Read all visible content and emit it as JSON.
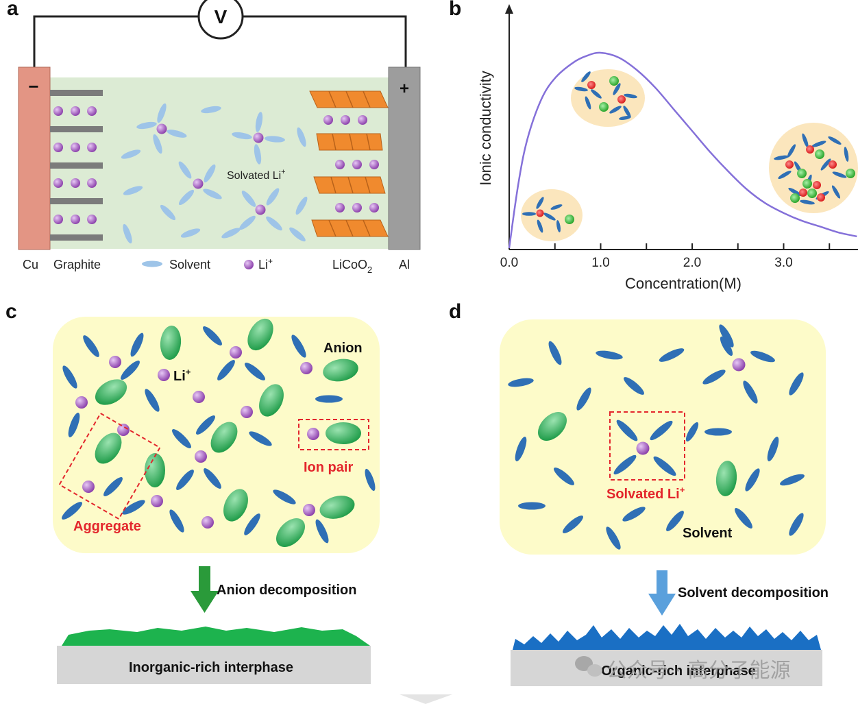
{
  "panels": {
    "a": "a",
    "b": "b",
    "c": "c",
    "d": "d"
  },
  "panel_a": {
    "voltmeter": "V",
    "minus": "−",
    "plus": "+",
    "solvated_label": "Solvated Li",
    "solvated_sup": "+",
    "legend": {
      "cu": "Cu",
      "graphite": "Graphite",
      "solvent": "Solvent",
      "li": "Li",
      "li_sup": "+",
      "licoo": "LiCoO",
      "licoo_sub": "2",
      "al": "Al"
    },
    "colors": {
      "cu": "#e39584",
      "al": "#9d9d9d",
      "electrolyte": "#dcebd4",
      "graphite": "#7b7b7b",
      "licoo2": "#f08a2e",
      "li": "#9b59c6",
      "solvent": "#9ec4e8"
    }
  },
  "chart_data": {
    "type": "line",
    "xlabel": "Concentration(M)",
    "ylabel": "Ionic conductivity",
    "xticks": [
      "0.0",
      "1.0",
      "2.0",
      "3.0"
    ],
    "x_tick_values": [
      0.0,
      1.0,
      2.0,
      3.0
    ],
    "minor_tick_values": [
      0.5,
      1.5,
      2.5,
      3.5
    ],
    "xlim": [
      0.0,
      3.8
    ],
    "ylim": [
      0,
      1
    ],
    "x": [
      0.0,
      0.1,
      0.2,
      0.35,
      0.5,
      0.7,
      0.85,
      1.0,
      1.2,
      1.4,
      1.6,
      1.8,
      2.0,
      2.2,
      2.4,
      2.6,
      2.8,
      3.0,
      3.2,
      3.4,
      3.6,
      3.8
    ],
    "y": [
      0.0,
      0.33,
      0.56,
      0.76,
      0.87,
      0.95,
      0.985,
      1.0,
      0.975,
      0.91,
      0.82,
      0.71,
      0.6,
      0.49,
      0.39,
      0.3,
      0.23,
      0.18,
      0.14,
      0.11,
      0.08,
      0.06
    ],
    "line_color": "#8470d9",
    "grid": false
  },
  "panel_c": {
    "anion": "Anion",
    "li": "Li",
    "li_sup": "+",
    "ion_pair": "Ion pair",
    "aggregate": "Aggregate",
    "arrow_label": "Anion decomposition",
    "interphase": "Inorganic-rich interphase",
    "colors": {
      "box": "#fdfbc9",
      "anion": "#2fb35b",
      "solvent": "#2f6fb5",
      "li": "#9b59c6",
      "layer": "#1db34e",
      "arrow": "#2a9a3a"
    }
  },
  "panel_d": {
    "solvated_label": "Solvated Li",
    "solvated_sup": "+",
    "solvent": "Solvent",
    "arrow_label": "Solvent decomposition",
    "interphase": "Organic-rich interphase",
    "colors": {
      "layer": "#1a6fc4",
      "arrow": "#5aa0dc"
    }
  },
  "watermark": "公众号 · 高分子能源"
}
